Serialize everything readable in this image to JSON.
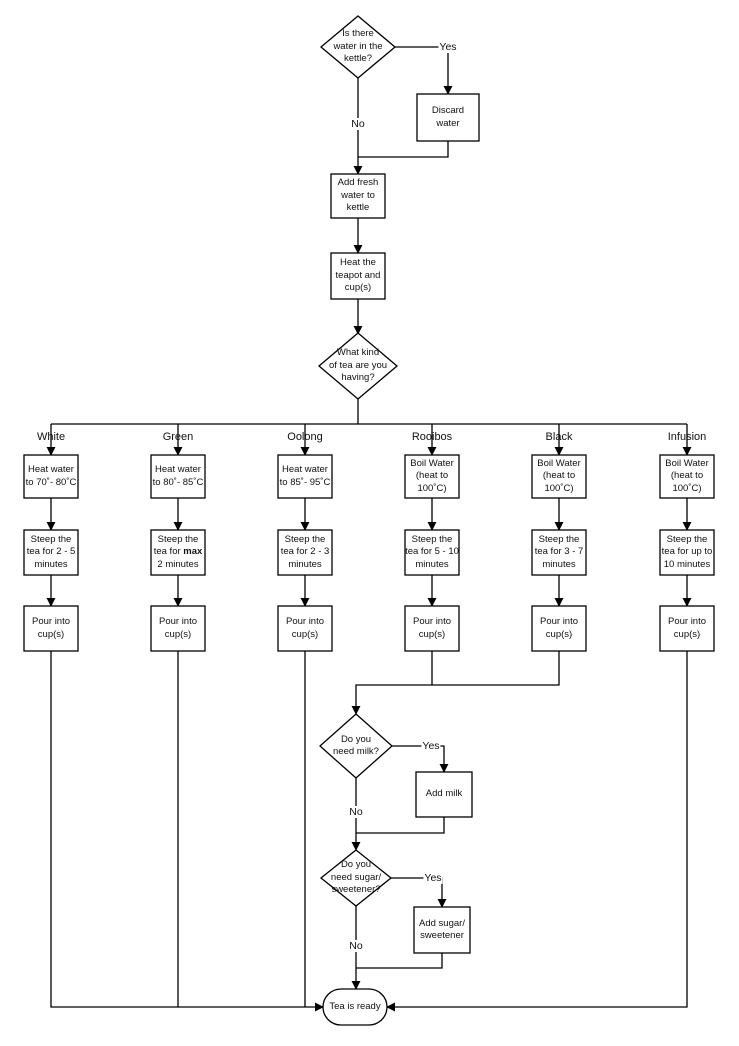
{
  "colors": {
    "line": "#000000",
    "fill": "#ffffff",
    "text": "#111111"
  },
  "flow": {
    "q_water": "Is there\nwater in the\nkettle?",
    "yes_1": "Yes",
    "no_1": "No",
    "discard": "Discard\nwater",
    "add_fresh": "Add fresh\nwater to\nkettle",
    "heat_teapot": "Heat the\nteapot and\ncup(s)",
    "q_kind": "What kind\nof tea are you\nhaving?"
  },
  "teas": [
    {
      "name": "White",
      "heat": "Heat water\nto 70˚- 80˚C",
      "steep": "Steep the\ntea for 2 - 5\nminutes",
      "pour": "Pour into\ncup(s)"
    },
    {
      "name": "Green",
      "heat": "Heat water\nto 80˚- 85˚C",
      "steep_pre": "Steep the\ntea for ",
      "steep_bold": "max",
      "steep_post": "\n2 minutes",
      "pour": "Pour into\ncup(s)"
    },
    {
      "name": "Oolong",
      "heat": "Heat water\nto 85˚- 95˚C",
      "steep": "Steep the\ntea for 2 - 3\nminutes",
      "pour": "Pour into\ncup(s)"
    },
    {
      "name": "Rooibos",
      "heat": "Boil Water\n(heat to\n100˚C)",
      "steep": "Steep the\ntea for 5 - 10\nminutes",
      "pour": "Pour into\ncup(s)"
    },
    {
      "name": "Black",
      "heat": "Boil Water\n(heat to\n100˚C)",
      "steep": "Steep the\ntea for 3 - 7\nminutes",
      "pour": "Pour into\ncup(s)"
    },
    {
      "name": "Infusion",
      "heat": "Boil Water\n(heat to\n100˚C)",
      "steep": "Steep the\ntea for up to\n10 minutes",
      "pour": "Pour into\ncup(s)"
    }
  ],
  "milk": {
    "question": "Do you\nneed milk?",
    "yes": "Yes",
    "no": "No",
    "action": "Add milk"
  },
  "sugar": {
    "question": "Do you\nneed sugar/\nsweetener?",
    "yes": "Yes",
    "no": "No",
    "action": "Add sugar/\nsweetener"
  },
  "end": "Tea is ready"
}
